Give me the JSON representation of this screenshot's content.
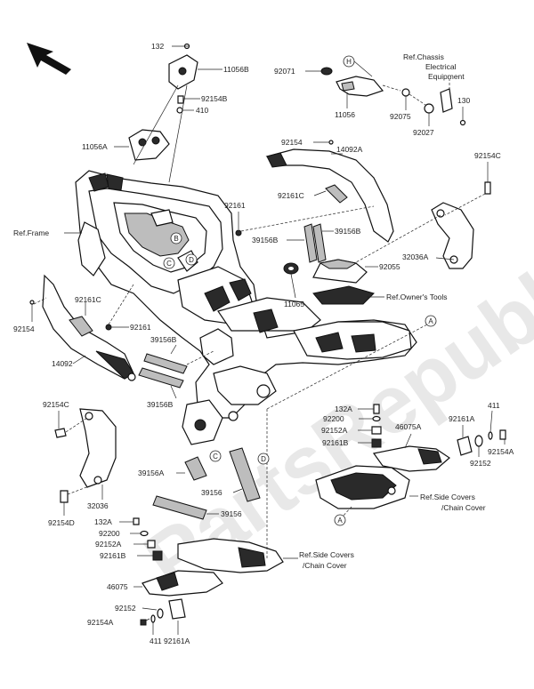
{
  "watermark": "PartsRepublik",
  "labels": {
    "l132": "132",
    "l11056b": "11056B",
    "l92154b": "92154B",
    "l410": "410",
    "l11056a": "11056A",
    "l92071": "92071",
    "l11056": "11056",
    "l92075": "92075",
    "l92027": "92027",
    "l130": "130",
    "ref_chassis_1": "Ref.Chassis",
    "ref_chassis_2": "Electrical",
    "ref_chassis_3": "Equipment",
    "l92154_top": "92154",
    "l14092a": "14092A",
    "l92154c_top": "92154C",
    "l92161c_top": "92161C",
    "l92161_top": "92161",
    "ref_frame": "Ref.Frame",
    "l39156b_a": "39156B",
    "l39156b_b": "39156B",
    "l32036a": "32036A",
    "l92055": "92055",
    "l11065": "11065",
    "ref_owners_tools": "Ref.Owner's Tools",
    "l92161c_left": "92161C",
    "l92154_left": "92154",
    "l92161_mid": "92161",
    "l14092": "14092",
    "l39156b_mid": "39156B",
    "l39156b_mid2": "39156B",
    "l92154c_left": "92154C",
    "l132a_r": "132A",
    "l92200_r": "92200",
    "l92152a_r": "92152A",
    "l92161b_r": "92161B",
    "l46075a": "46075A",
    "l92161a_r": "92161A",
    "l411_r": "411",
    "l92154a_r": "92154A",
    "l92152_r": "92152",
    "ref_side_r1": "Ref.Side Covers",
    "ref_side_r2": "/Chain Cover",
    "l39156a": "39156A",
    "l39156": "39156",
    "l39156_b": "39156",
    "l32036": "32036",
    "l92154d": "92154D",
    "l132a_l": "132A",
    "l92200_l": "92200",
    "l92152a_l": "92152A",
    "l92161b_l": "92161B",
    "ref_side_l1": "Ref.Side Covers",
    "ref_side_l2": "/Chain Cover",
    "l46075": "46075",
    "l92152_l": "92152",
    "l92154a_l": "92154A",
    "l411_l": "411",
    "l92161a_l": "92161A"
  },
  "callouts": {
    "A": "A",
    "B": "B",
    "C": "C",
    "D": "D",
    "H": "H"
  }
}
